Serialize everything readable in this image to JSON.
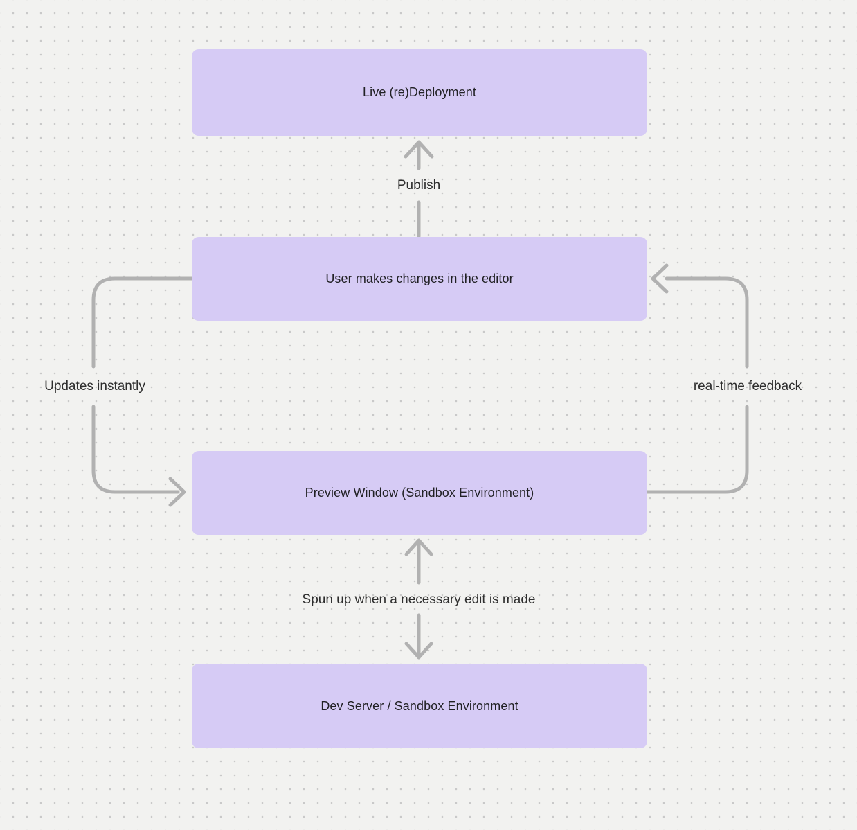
{
  "theme": {
    "bg": "#f2f2f0",
    "dot": "#c9c9c9",
    "node-fill": "#d6cbf5",
    "node-text": "#212124",
    "arrow": "#b1b1b1",
    "label-text": "#2e2e2e"
  },
  "diagram": {
    "type": "flowchart",
    "nodes": [
      {
        "id": "live-redeployment",
        "label": "Live (re)Deployment"
      },
      {
        "id": "user-changes",
        "label": "User makes changes in the editor"
      },
      {
        "id": "preview-window",
        "label": "Preview Window (Sandbox Environment)"
      },
      {
        "id": "dev-server",
        "label": "Dev Server / Sandbox Environment"
      }
    ],
    "edges": [
      {
        "id": "publish",
        "label": "Publish",
        "from": "user-changes",
        "to": "live-redeployment",
        "direction": "up"
      },
      {
        "id": "updates-instantly",
        "label": "Updates instantly",
        "from": "user-changes",
        "to": "preview-window",
        "direction": "left-loop"
      },
      {
        "id": "real-time-feedback",
        "label": "real-time feedback",
        "from": "preview-window",
        "to": "user-changes",
        "direction": "right-loop"
      },
      {
        "id": "spun-up",
        "label": "Spun up when a necessary edit is made",
        "from": "preview-window",
        "to": "dev-server",
        "bidirectional": true
      }
    ]
  }
}
